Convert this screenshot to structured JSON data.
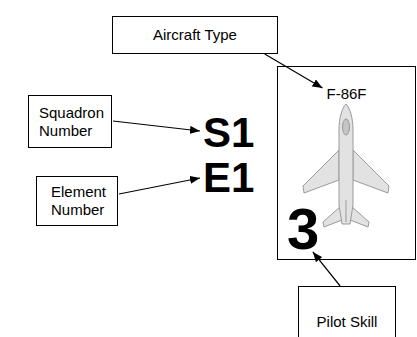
{
  "diagram": {
    "nodes": [
      {
        "text": [
          "Aircraft Type"
        ]
      },
      {
        "text": [
          "F-86F",
          "3"
        ]
      },
      {
        "text": [
          "Squadron Number"
        ]
      },
      {
        "text": [
          "Element Number"
        ]
      },
      {
        "text": [
          "Pilot Skill"
        ]
      }
    ],
    "edges": [
      {
        "from": 0,
        "to": 1,
        "arrow": "to"
      },
      {
        "from": 4,
        "to": 1,
        "arrow": "to"
      }
    ],
    "labels": [
      "S1",
      "E1"
    ]
  }
}
